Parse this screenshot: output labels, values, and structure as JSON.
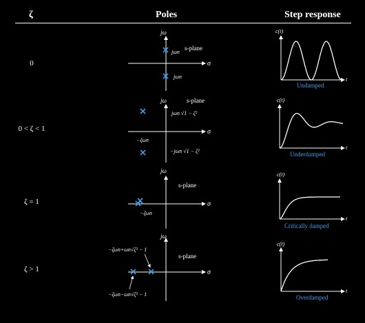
{
  "headers": {
    "zeta": "ζ",
    "poles": "Poles",
    "step": "Step response"
  },
  "rows": [
    {
      "zeta_label": "0",
      "pole_labels": [
        "jω",
        "s-plane",
        "σ",
        "jωn",
        "jωn"
      ],
      "plot_labels": [
        "c(t)",
        "t"
      ],
      "caption": "Undamped"
    },
    {
      "zeta_label": "0  <  ζ  <  1",
      "pole_labels": [
        "jω",
        "s-plane",
        "σ",
        "jωn √1 − ζ²",
        "−ζωn",
        "−jωn √1 − ζ²"
      ],
      "plot_labels": [
        "c(t)",
        "t"
      ],
      "caption": "Underdamped"
    },
    {
      "zeta_label": "ζ  =  1",
      "pole_labels": [
        "jω",
        "s-plane",
        "σ",
        "−ζωn"
      ],
      "plot_labels": [
        "c(t)",
        "t"
      ],
      "caption": "Critically damped"
    },
    {
      "zeta_label": "ζ  >  1",
      "pole_labels": [
        "jω",
        "s-plane",
        "σ",
        "−ζωn+ωn√ζ² − 1",
        "−ζωn−ωn√ζ² − 1"
      ],
      "plot_labels": [
        "c(t)",
        "t"
      ],
      "caption": "Overdamped"
    }
  ],
  "colors": {
    "accent": "#3a9ee8",
    "background": "#000000",
    "foreground": "#ffffff"
  }
}
